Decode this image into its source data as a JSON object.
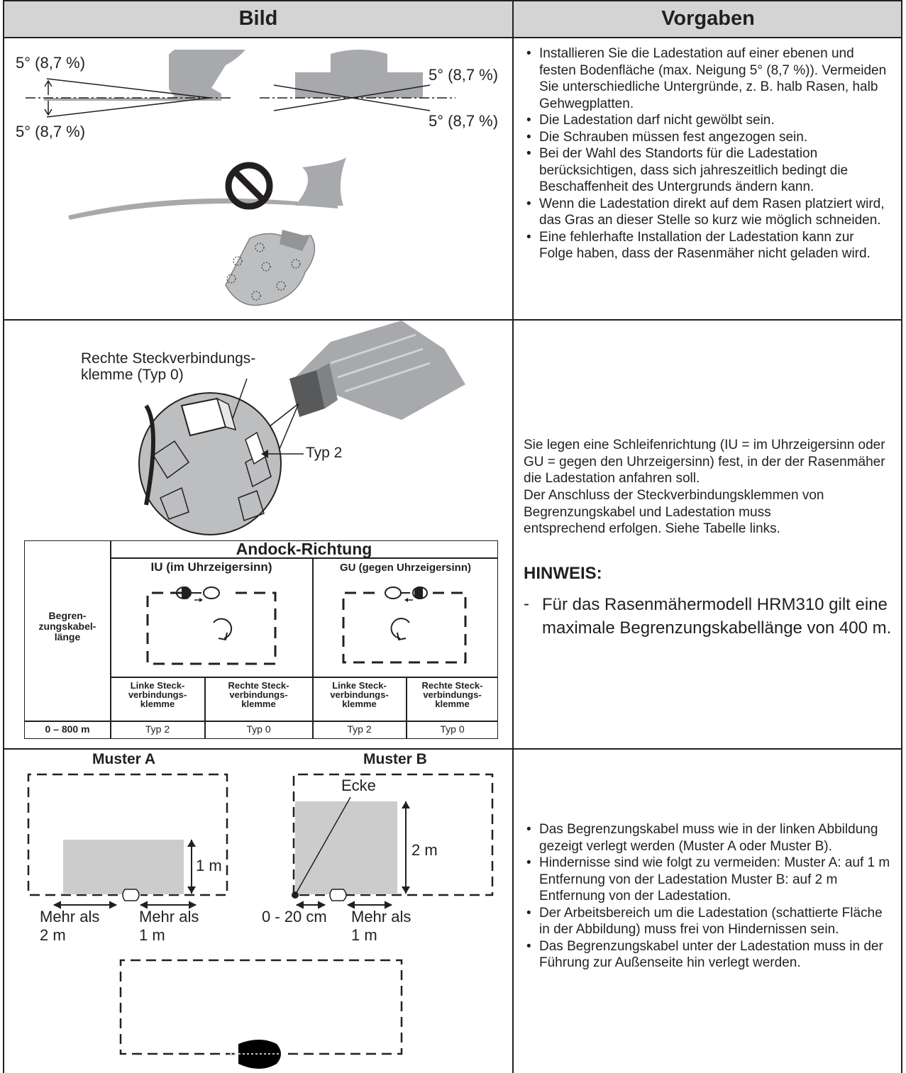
{
  "header": {
    "left": "Bild",
    "right": "Vorgaben"
  },
  "row1": {
    "angle_labels": [
      "5° (8,7 %)",
      "5° (8,7 %)",
      "5° (8,7 %)",
      "5° (8,7 %)"
    ],
    "bullets": [
      "Installieren Sie die Ladestation auf einer ebenen und festen Bodenfläche (max. Neigung 5° (8,7 %)). Vermeiden Sie unterschiedliche Untergründe, z. B. halb Rasen, halb Gehwegplatten.",
      "Die Ladestation darf nicht gewölbt sein.",
      "Die Schrauben müssen fest angezogen sein.",
      "Bei der Wahl des Standorts für die Ladestation berücksichtigen, dass sich jahreszeitlich bedingt die Beschaffenheit des Untergrunds ändern kann.",
      "Wenn die Ladestation direkt auf dem Rasen platziert wird, das Gras an dieser Stelle so kurz wie möglich schneiden.",
      "Eine fehlerhafte Installation der Ladestation kann zur Folge haben, dass der Rasenmäher nicht geladen wird."
    ]
  },
  "row2": {
    "label_right_clamp_1": "Rechte Steckverbindungs-",
    "label_right_clamp_2": "klemme (Typ 0)",
    "label_typ2": "Typ 2",
    "table": {
      "title": "Andock-Richtung",
      "col_iu": "IU (im Uhrzeigersinn)",
      "col_gu": "GU (gegen Uhrzeigersinn)",
      "row_header_1": "Begren-",
      "row_header_2": "zungskabel-",
      "row_header_3": "länge",
      "sub_left_1": "Linke Steck-",
      "sub_left_2": "verbindungs-",
      "sub_left_3": "klemme",
      "sub_right_1": "Rechte Steck-",
      "sub_right_2": "verbindungs-",
      "sub_right_3": "klemme",
      "row_label": "0 – 800 m",
      "values": [
        "Typ 2",
        "Typ 0",
        "Typ 2",
        "Typ 0"
      ]
    },
    "text_1": "Sie legen eine Schleifenrichtung (IU = im Uhrzeigersinn oder GU = gegen den Uhrzeigersinn) fest, in der der Rasenmäher die Ladestation anfahren soll.",
    "text_2": "Der Anschluss der Steckverbindungsklemmen von Begrenzungskabel und Ladestation muss entsprechend erfolgen. Siehe Tabelle links.",
    "note_title": "HINWEIS:",
    "note_dash": "-",
    "note_text": "Für das Rasenmähermodell HRM310 gilt eine maximale Begrenzungskabellänge von 400 m."
  },
  "row3": {
    "muster_a": "Muster A",
    "muster_b": "Muster B",
    "ecke": "Ecke",
    "label_1m": "1 m",
    "label_2m": "2 m",
    "a_left_1": "Mehr als",
    "a_left_2": "2 m",
    "a_right_1": "Mehr als",
    "a_right_2": "1 m",
    "b_left": "0 - 20 cm",
    "b_right_1": "Mehr als",
    "b_right_2": "1 m",
    "bullets": [
      "Das Begrenzungskabel muss wie in der linken Abbildung gezeigt verlegt werden (Muster A oder Muster B).",
      "Hindernisse sind wie folgt zu vermeiden: Muster A: auf 1 m Entfernung von der Ladestation Muster B: auf 2 m Entfernung von der Ladestation.",
      "Der Arbeitsbereich um die Ladestation (schattierte Fläche in der Abbildung) muss frei von Hindernissen sein.",
      "Das Begrenzungskabel unter der Ladestation muss in der Führung zur Außenseite hin verlegt werden."
    ]
  }
}
